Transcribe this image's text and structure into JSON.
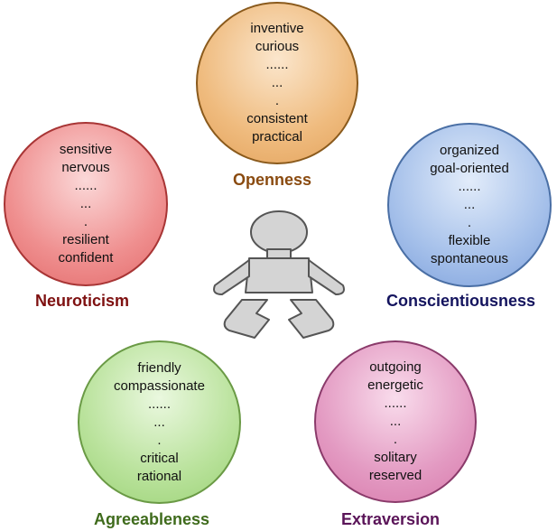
{
  "traits": [
    {
      "id": "openness",
      "label": "Openness",
      "lines": [
        "inventive",
        "curious",
        "......",
        "...",
        ".",
        "consistent",
        "practical"
      ]
    },
    {
      "id": "neuroticism",
      "label": "Neuroticism",
      "lines": [
        "sensitive",
        "nervous",
        "......",
        "...",
        ".",
        "resilient",
        "confident"
      ]
    },
    {
      "id": "conscientiousness",
      "label": "Conscientiousness",
      "lines": [
        "organized",
        "goal-oriented",
        "......",
        "...",
        ".",
        "flexible",
        "spontaneous"
      ]
    },
    {
      "id": "agreeableness",
      "label": "Agreeableness",
      "lines": [
        "friendly",
        "compassionate",
        "......",
        "...",
        ".",
        "critical",
        "rational"
      ]
    },
    {
      "id": "extraversion",
      "label": "Extraversion",
      "lines": [
        "outgoing",
        "energetic",
        "......",
        "...",
        ".",
        "solitary",
        "reserved"
      ]
    }
  ],
  "colors": {
    "openness": "#8a4b10",
    "neuroticism": "#7e1010",
    "conscientiousness": "#14145e",
    "agreeableness": "#3f6b1c",
    "extraversion": "#5a1458",
    "figure_fill": "#d4d4d4",
    "figure_stroke": "#555555"
  },
  "icon": "person-figure-icon"
}
